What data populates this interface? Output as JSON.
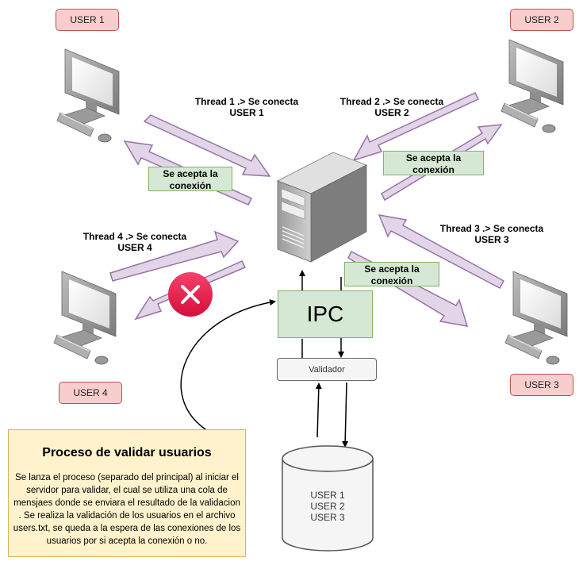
{
  "users": [
    {
      "label": "USER 1"
    },
    {
      "label": "USER 2"
    },
    {
      "label": "USER 3"
    },
    {
      "label": "USER 4"
    }
  ],
  "threads": [
    {
      "label": "Thread 1 .> Se conecta USER 1"
    },
    {
      "label": "Thread 2 .> Se conecta USER 2"
    },
    {
      "label": "Thread 3 .> Se conecta USER 3"
    },
    {
      "label": "Thread 4 .> Se conecta USER 4"
    }
  ],
  "accept_label": "Se acepta la conexión",
  "ipc_label": "IPC",
  "validator_label": "Validador",
  "database": {
    "lines": [
      "USER 1",
      "USER 2",
      "USER 3"
    ]
  },
  "note": {
    "title": "Proceso de validar usuarios",
    "body": "Se lanza el proceso (separado del principal) al iniciar el servidor para validar, el cual se utiliza una cola de mensjaes donde se enviara el resultado de la validacion . Se realiza la validación de los usuarios en el archivo users.txt, se queda a la espera de las conexiones de los usuarios por si acepta la conexión o no."
  },
  "colors": {
    "arrow_fill": "#e1d5e7",
    "arrow_stroke": "#9673a6",
    "user_fill": "#f8cecc",
    "user_stroke": "#b85450",
    "accept_fill": "#d5e8d4",
    "accept_stroke": "#82b366",
    "note_fill": "#fff2cc",
    "reject_icon": "#e51e4e"
  },
  "icons": [
    "computer-icon",
    "server-icon",
    "reject-x-icon",
    "database-icon"
  ]
}
